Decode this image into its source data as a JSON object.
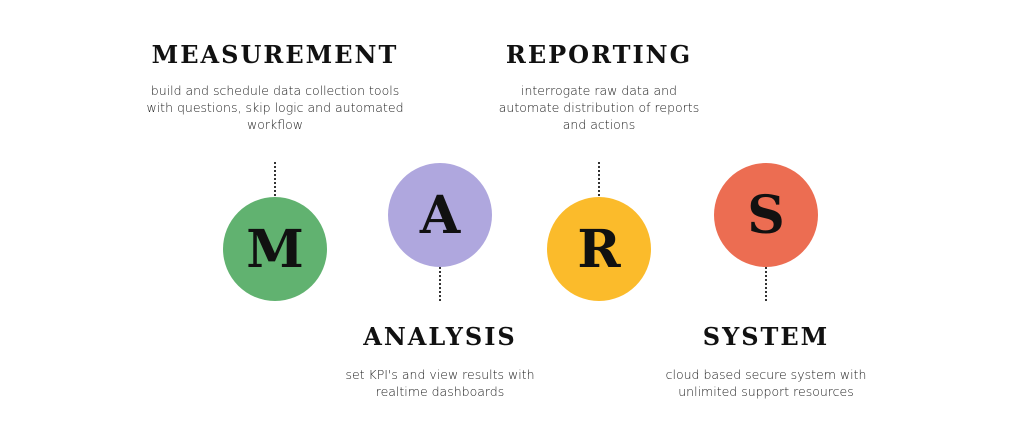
{
  "items": [
    {
      "letter": "M",
      "title": "MEASUREMENT",
      "desc": "build and schedule data collection tools with questions, skip logic and automated workflow",
      "color": "#61b270"
    },
    {
      "letter": "A",
      "title": "ANALYSIS",
      "desc": "set KPI's and view results with realtime dashboards",
      "color": "#afa7de"
    },
    {
      "letter": "R",
      "title": "REPORTING",
      "desc": "interrogate raw data and automate distribution of reports and actions",
      "color": "#fbbb2b"
    },
    {
      "letter": "S",
      "title": "SYSTEM",
      "desc": "cloud based secure system with unlimited support resources",
      "color": "#ec6d52"
    }
  ]
}
